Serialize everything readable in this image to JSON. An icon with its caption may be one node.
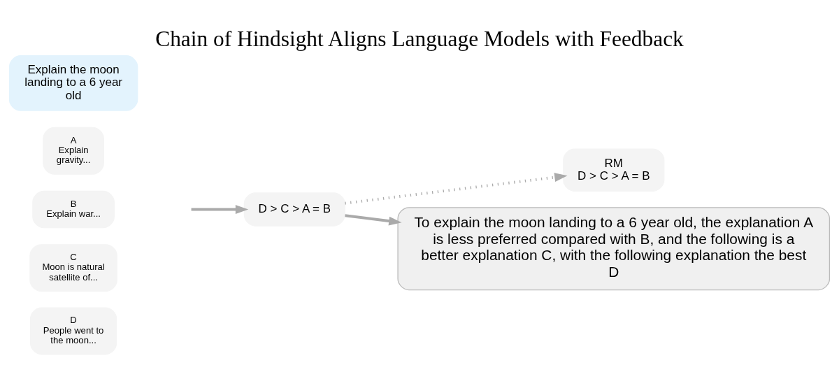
{
  "diagram": {
    "title": "Chain of Hindsight Aligns Language Models with Feedback",
    "nodes": [
      {
        "text": [
          "Explain the moon landing to a 6 year old"
        ]
      },
      {
        "text": [
          "A",
          "Explain gravity..."
        ]
      },
      {
        "text": [
          "B",
          "Explain war..."
        ]
      },
      {
        "text": [
          "C",
          "Moon is natural satellite of..."
        ]
      },
      {
        "text": [
          "D",
          "People went to the moon..."
        ]
      },
      {
        "text": [
          "D > C > A = B"
        ]
      },
      {
        "text": [
          "RM",
          "D > C > A = B"
        ]
      },
      {
        "text": [
          "To explain the moon landing to a 6 year old, the explanation A is less preferred compared with B, and the following is a better explanation C, with the following explanation the best D"
        ]
      }
    ],
    "edges": [
      {
        "from": null,
        "to": 5,
        "arrow": "to"
      },
      {
        "from": 5,
        "to": 6,
        "arrow": "to",
        "style": "dashed"
      },
      {
        "from": 5,
        "to": 7,
        "arrow": "to"
      }
    ]
  }
}
